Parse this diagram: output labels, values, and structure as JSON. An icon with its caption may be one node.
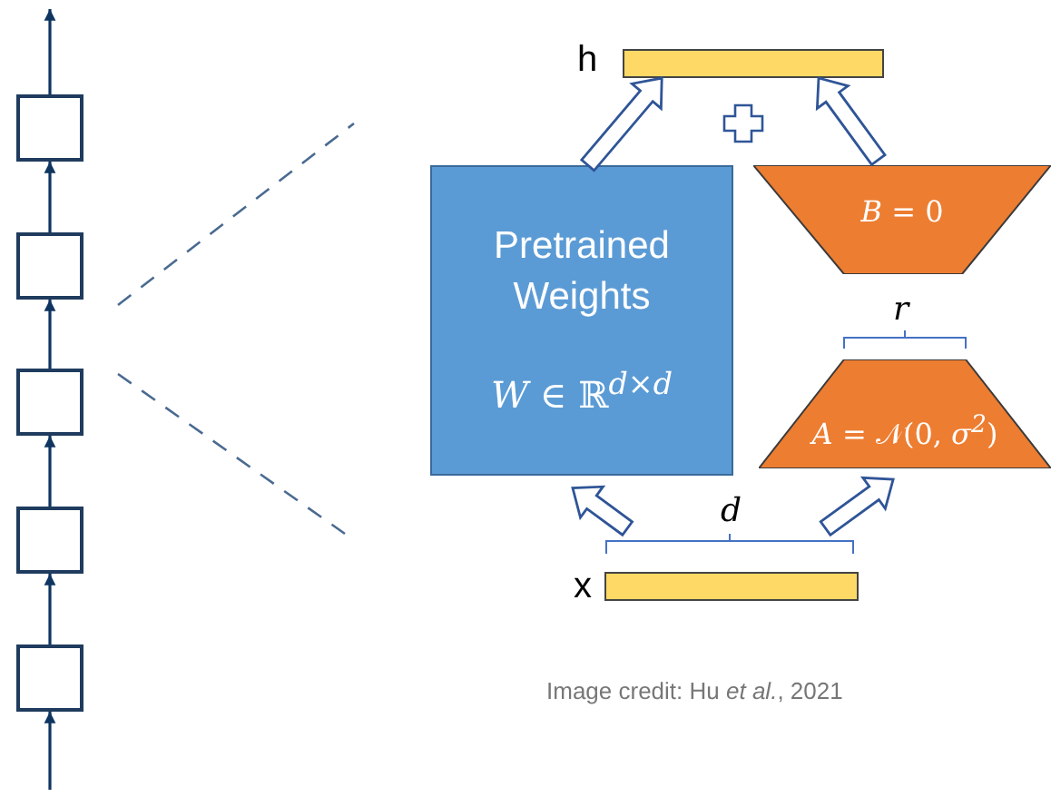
{
  "diagram": {
    "caption": "Image credit: Hu *et al.*, 2021",
    "nodes": [
      {
        "text": [],
        "shape": "box"
      },
      {
        "text": [],
        "shape": "box"
      },
      {
        "text": [],
        "shape": "box"
      },
      {
        "text": [],
        "shape": "box"
      },
      {
        "text": [],
        "shape": "box"
      },
      {
        "text": [],
        "shape": "bar",
        "beside": [
          "h"
        ]
      },
      {
        "text": [
          "Pretrained Weights",
          "*W* ∈ ℝ$^{d×d}$"
        ]
      },
      {
        "text": [
          "*B* = 0"
        ]
      },
      {
        "text": [
          "*A* = 𝒩(0, *σ*$^{2}$)"
        ]
      },
      {
        "text": [],
        "shape": "bar",
        "beside": [
          "x"
        ]
      }
    ],
    "edges": [
      {
        "from": null,
        "to": 4,
        "arrow": "to"
      },
      {
        "from": 4,
        "to": 3,
        "arrow": "to"
      },
      {
        "from": 3,
        "to": 2,
        "arrow": "to"
      },
      {
        "from": 2,
        "to": 1,
        "arrow": "to"
      },
      {
        "from": 1,
        "to": 0,
        "arrow": "to"
      },
      {
        "from": 0,
        "to": null,
        "arrow": "to"
      },
      {
        "from": 6,
        "to": 5,
        "arrow": "to"
      },
      {
        "from": 7,
        "to": 5,
        "arrow": "to"
      },
      {
        "from": 9,
        "to": 6,
        "arrow": "to"
      },
      {
        "from": 9,
        "to": 8,
        "arrow": "to"
      }
    ],
    "labels": [
      "r",
      "d"
    ]
  }
}
